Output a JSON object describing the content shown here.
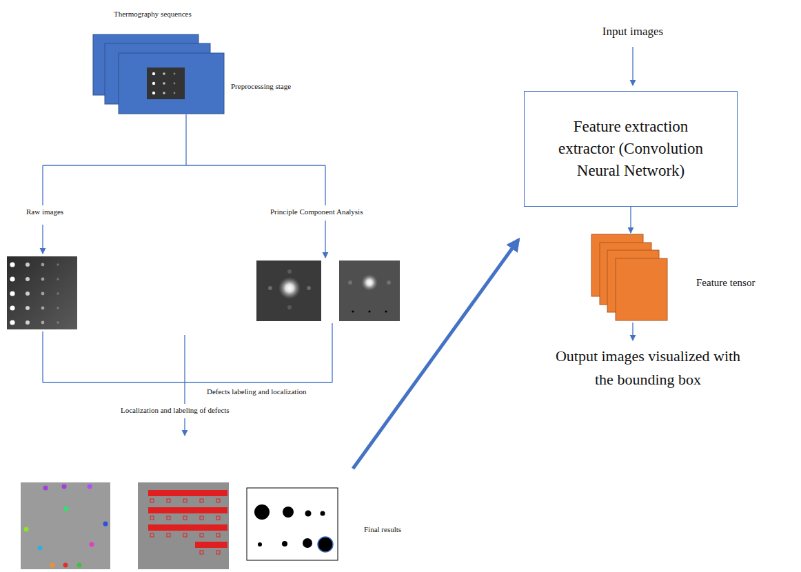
{
  "diagram": {
    "nodes": [
      {
        "text": [
          "Thermography sequences"
        ]
      },
      {
        "text": [
          "Feature extraction extractor (Convolution Neural Network)"
        ]
      },
      {
        "text": [
          "Feature tensor"
        ]
      }
    ],
    "edges": [
      {
        "from": 1,
        "to": 2,
        "arrow": "to"
      }
    ],
    "labels": [
      "Preprocessing stage",
      "Raw images",
      "Principle Component Analysis",
      "Defects labeling and localization",
      "Localization and labeling of defects",
      "Final results",
      "Input images",
      "Output images visualized with the bounding box"
    ]
  }
}
